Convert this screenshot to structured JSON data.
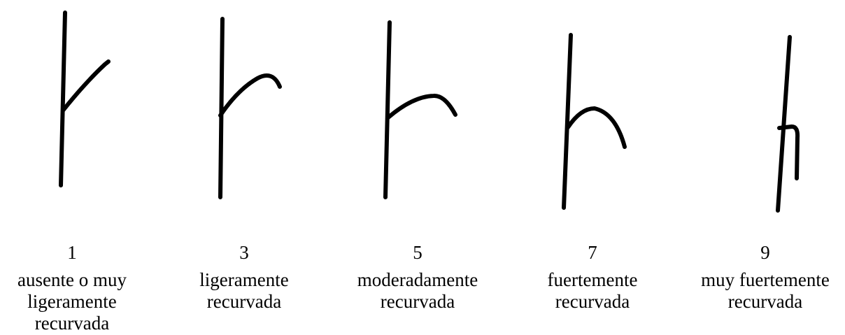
{
  "stages": [
    {
      "number": "1",
      "description_lines": [
        "ausente o muy",
        "ligeramente",
        "recurvada"
      ]
    },
    {
      "number": "3",
      "description_lines": [
        "ligeramente",
        "recurvada"
      ]
    },
    {
      "number": "5",
      "description_lines": [
        "moderadamente",
        "recurvada"
      ]
    },
    {
      "number": "7",
      "description_lines": [
        "fuertemente",
        "recurvada"
      ]
    },
    {
      "number": "9",
      "description_lines": [
        "muy fuertemente",
        "recurvada"
      ]
    }
  ],
  "colors": {
    "stroke": "#000000",
    "background": "#ffffff"
  }
}
